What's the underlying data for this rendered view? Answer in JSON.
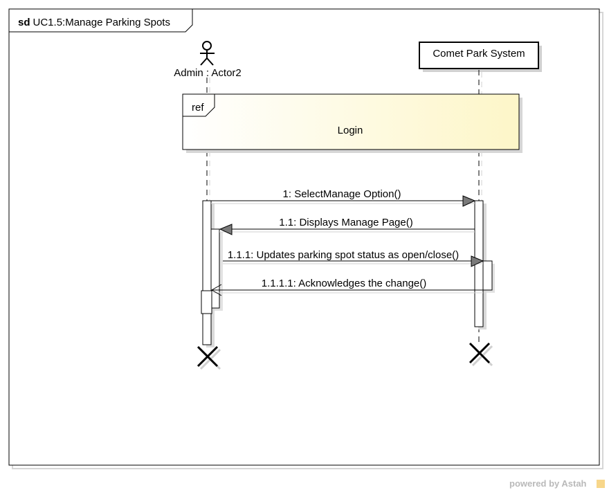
{
  "frame": {
    "keyword": "sd",
    "name": "UC1.5:Manage Parking Spots"
  },
  "lifelines": {
    "admin": {
      "label": "Admin : Actor2"
    },
    "system": {
      "label": "Comet Park System"
    }
  },
  "ref": {
    "tag": "ref",
    "label": "Login"
  },
  "messages": [
    {
      "label": "1: SelectManage Option()"
    },
    {
      "label": "1.1: Displays Manage Page()"
    },
    {
      "label": "1.1.1: Updates parking spot status as open/close()"
    },
    {
      "label": "1.1.1.1: Acknowledges the change()"
    }
  ],
  "watermark": {
    "text": "powered by Astah"
  },
  "colors": {
    "ref_fill": "#fffde6",
    "line": "#000000",
    "shadow": "#cfcfcf"
  }
}
